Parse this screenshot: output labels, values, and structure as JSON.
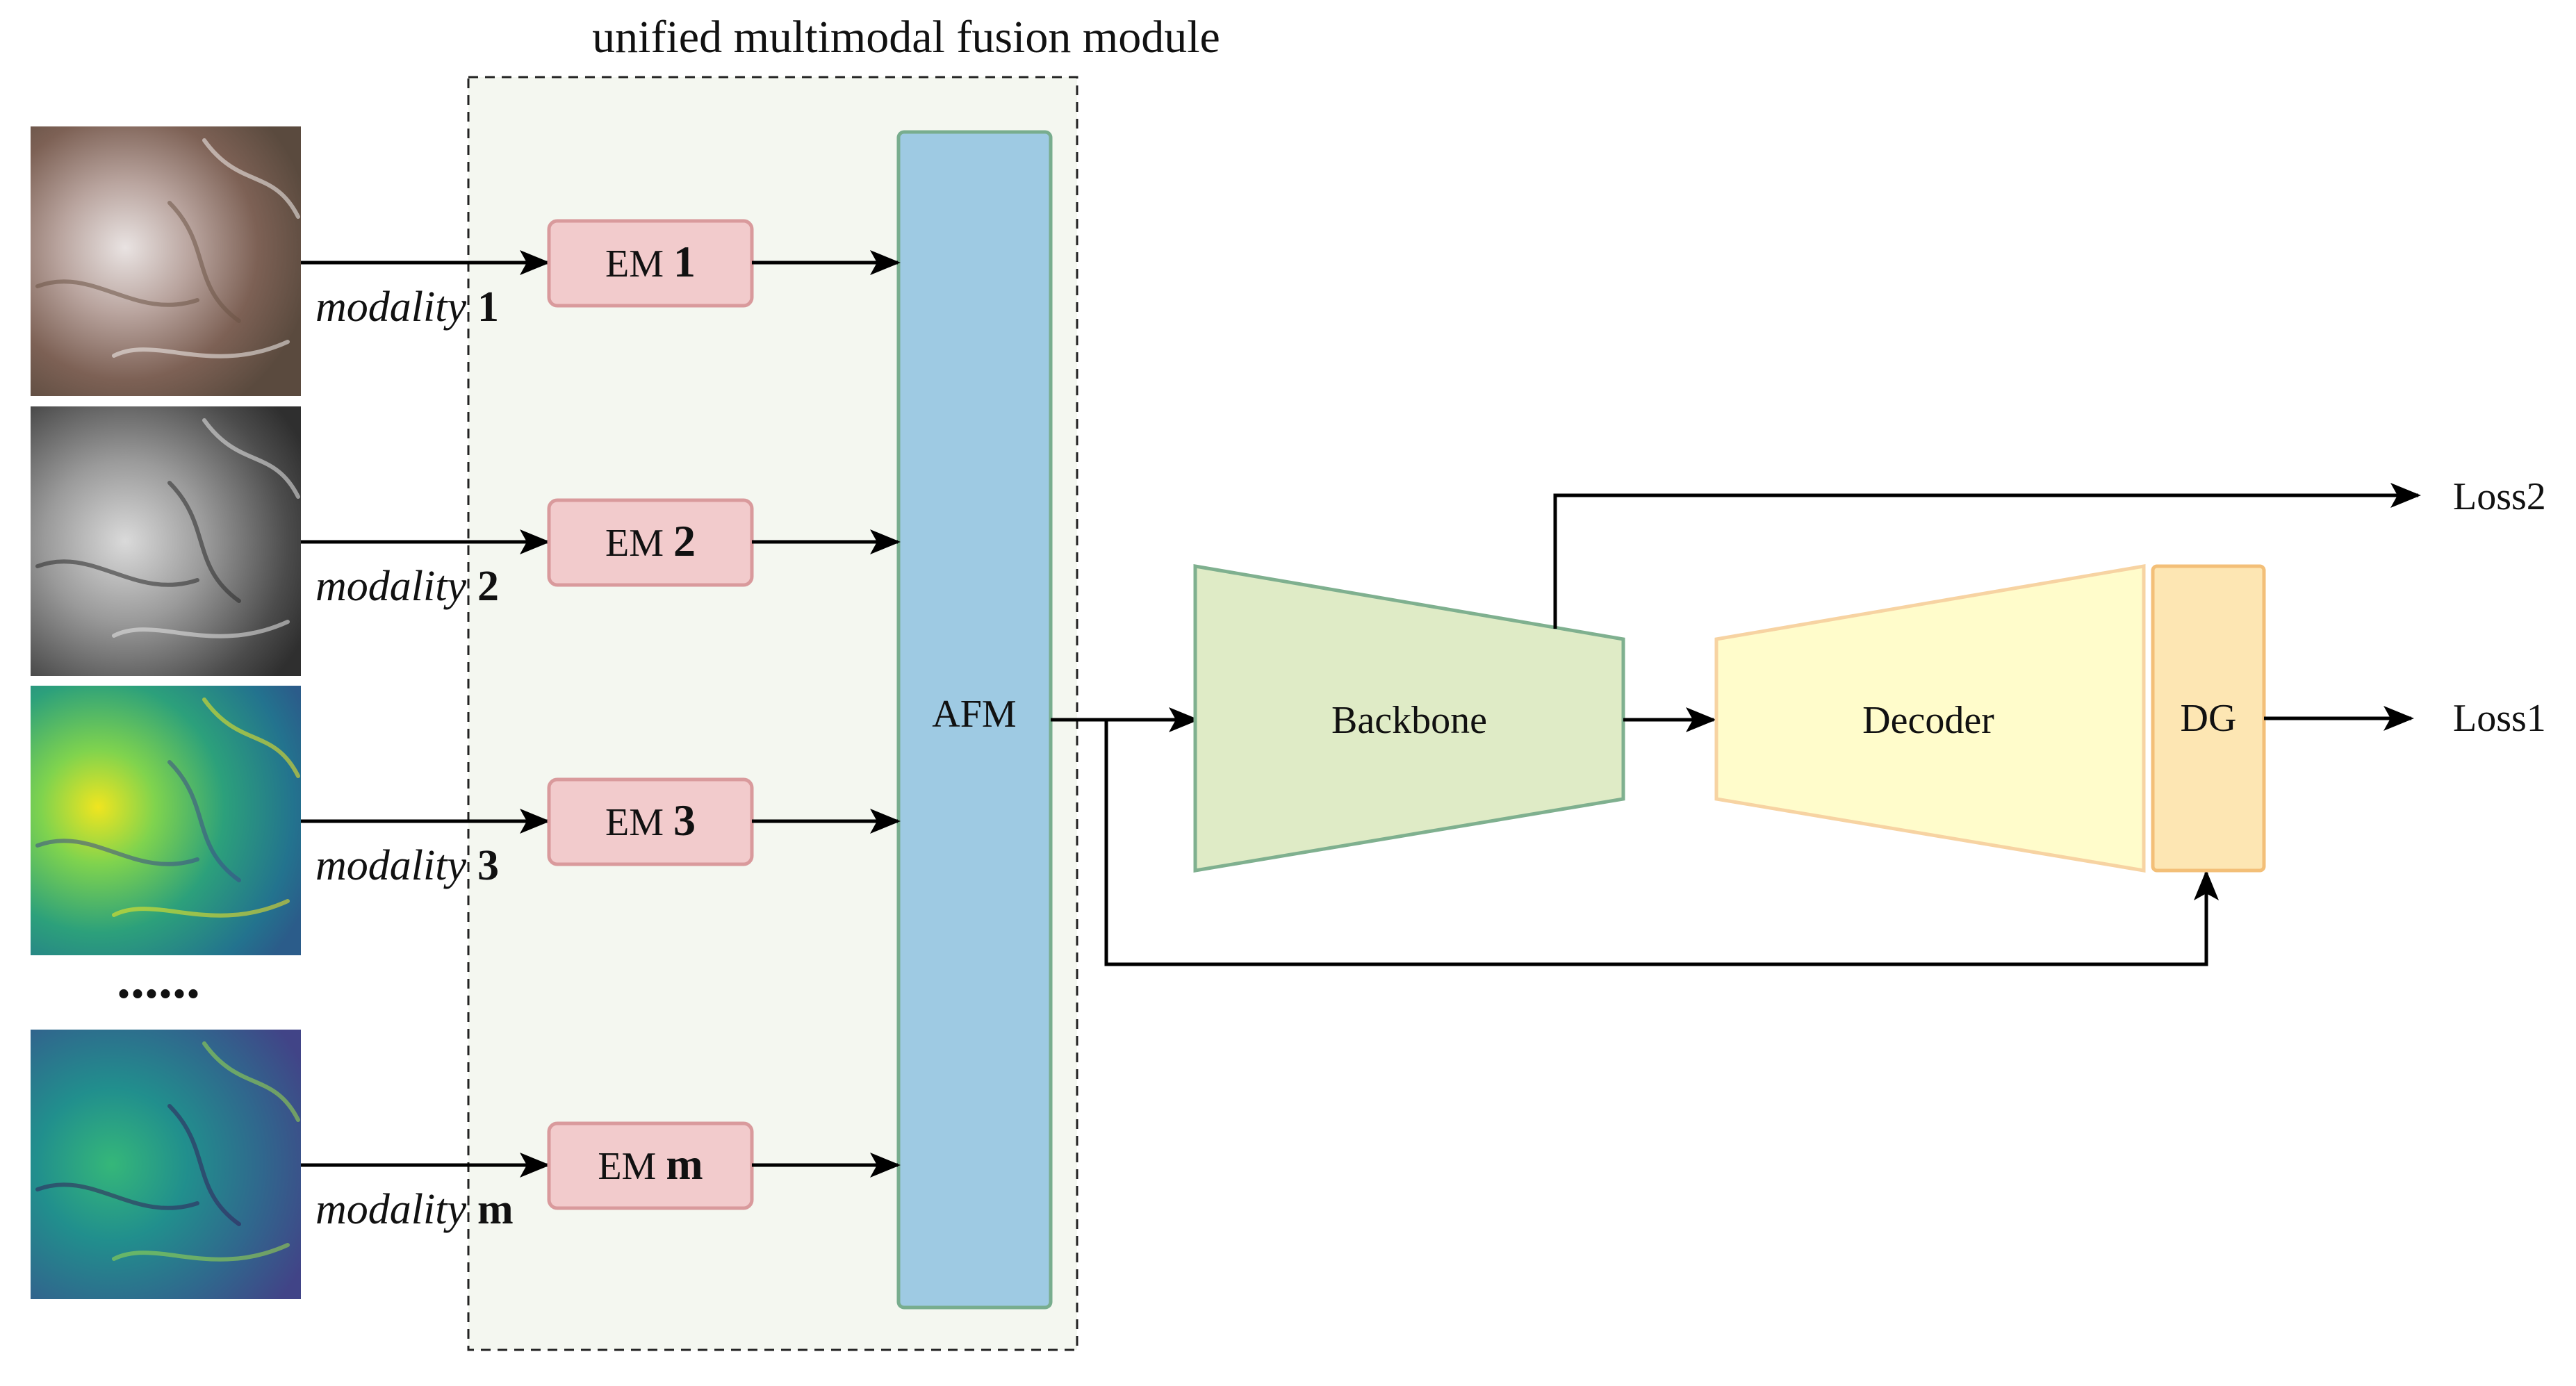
{
  "module_title": "unified multimodal fusion module",
  "modalities": [
    {
      "word": "modality",
      "index": "1",
      "em_prefix": "EM",
      "em_index": "1",
      "image_style": "rgb"
    },
    {
      "word": "modality",
      "index": "2",
      "em_prefix": "EM",
      "em_index": "2",
      "image_style": "gray"
    },
    {
      "word": "modality",
      "index": "3",
      "em_prefix": "EM",
      "em_index": "3",
      "image_style": "viridis-bright"
    },
    {
      "word": "modality",
      "index": "m",
      "em_prefix": "EM",
      "em_index": "m",
      "image_style": "viridis-dark"
    }
  ],
  "ellipsis": "......",
  "afm_label": "AFM",
  "backbone_label": "Backbone",
  "decoder_label": "Decoder",
  "dg_label": "DG",
  "loss1_label": "Loss1",
  "loss2_label": "Loss2",
  "colors": {
    "module_bg": "#f4f7f0",
    "em_fill": "#f2cbcc",
    "em_stroke": "#d99a9c",
    "afm_fill": "#9ecae3",
    "afm_stroke": "#78ad8e",
    "backbone_fill": "#dfebc6",
    "backbone_stroke": "#7fb08f",
    "decoder_fill": "#fffccb",
    "decoder_stroke": "#f7d3a2",
    "dg_fill": "#fde6b3",
    "dg_stroke": "#f3bf78",
    "arrow": "#000000"
  }
}
